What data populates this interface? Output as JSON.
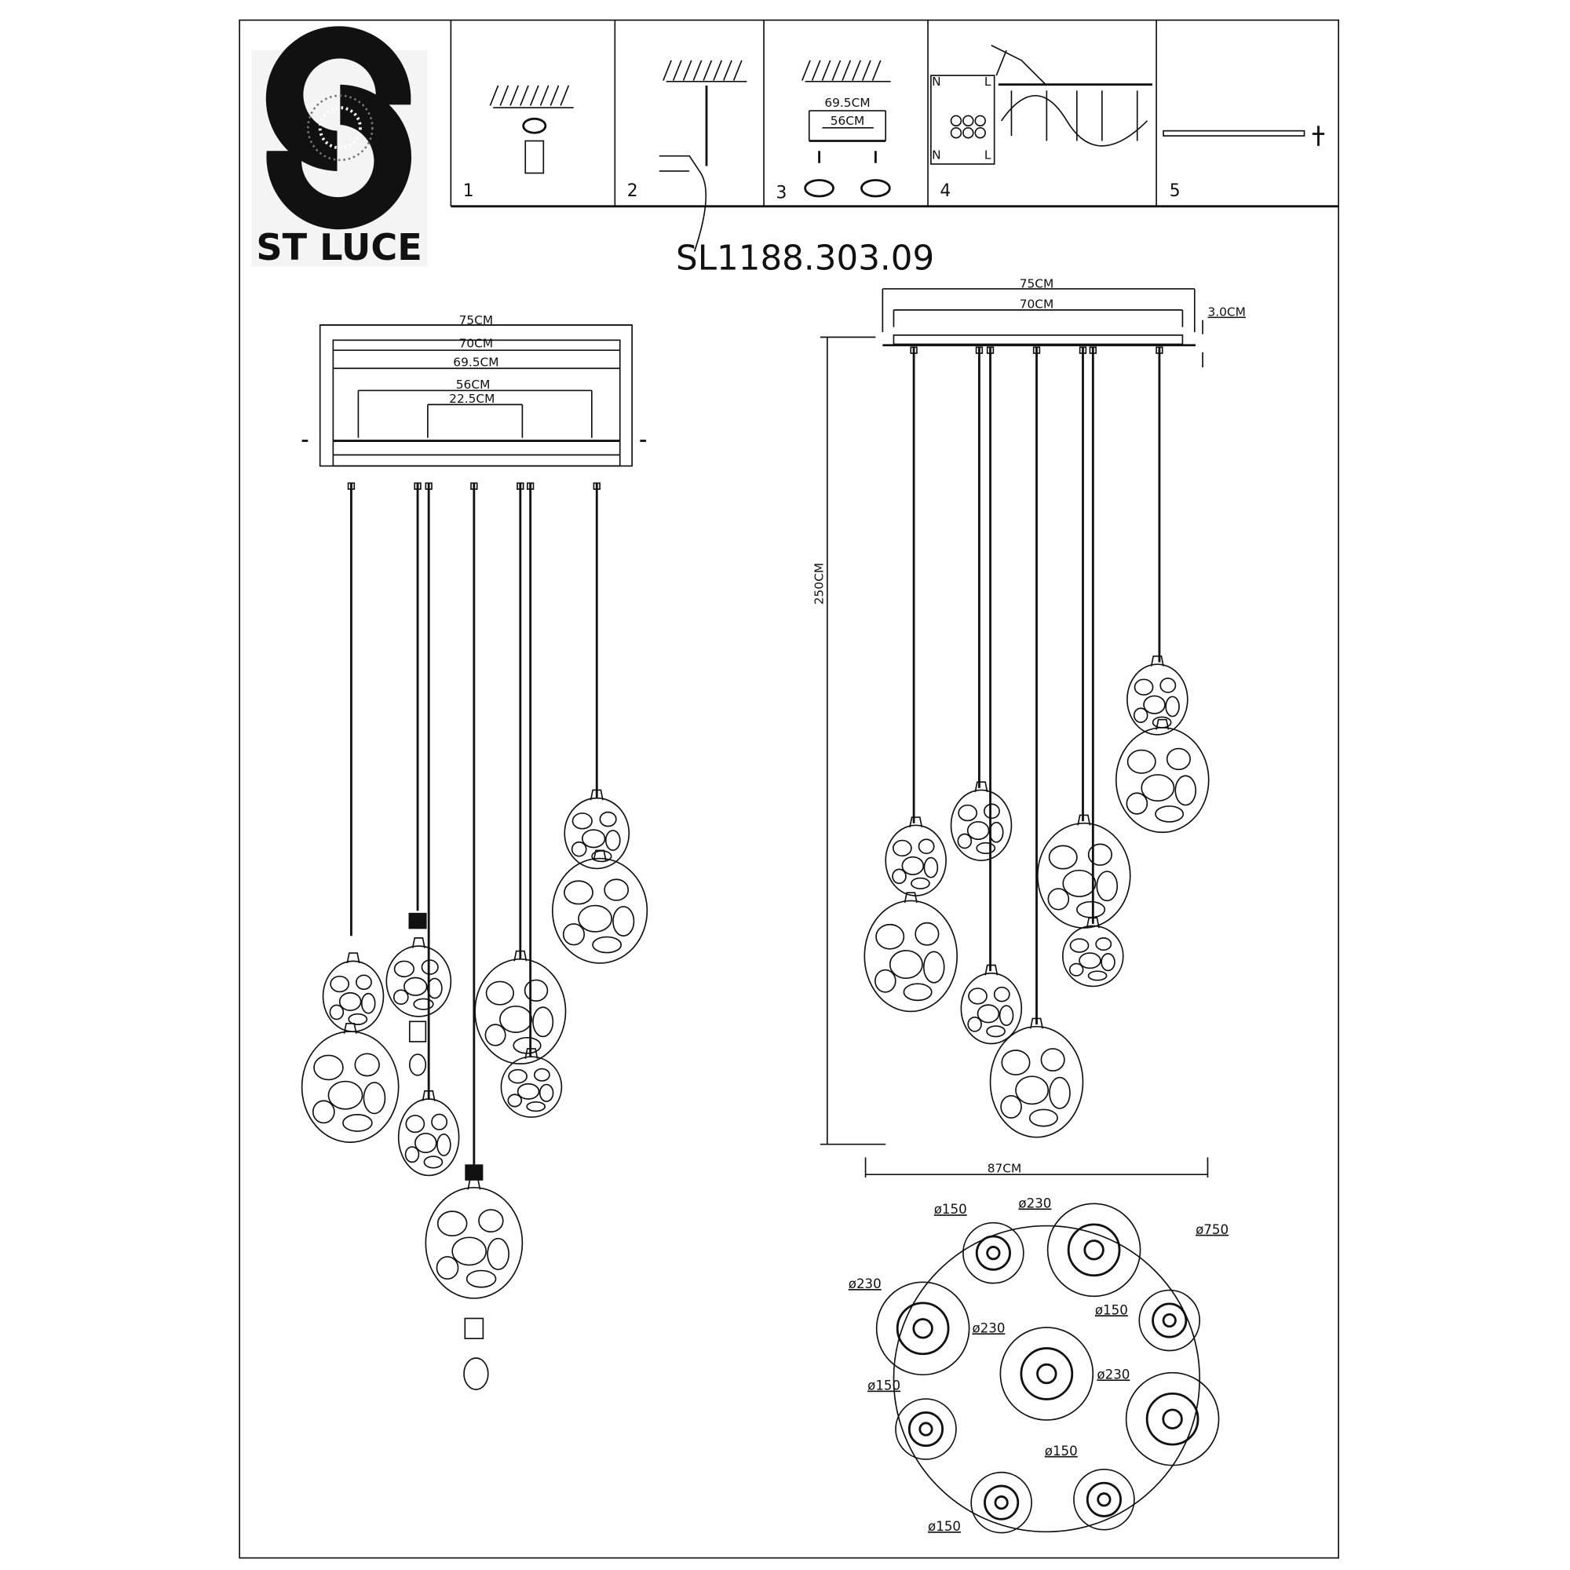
{
  "brand": {
    "name": "ST LUCE"
  },
  "model": "SL1188.303.09",
  "steps": [
    {
      "number": "1",
      "label_69": "",
      "label_56": ""
    },
    {
      "number": "2"
    },
    {
      "number": "3",
      "dim_outer": "69.5CM",
      "dim_inner": "56CM"
    },
    {
      "number": "4",
      "terminal_n": "N",
      "terminal_l": "L"
    },
    {
      "number": "5"
    }
  ],
  "front_view": {
    "dims": [
      "75CM",
      "70CM",
      "69.5CM",
      "56CM",
      "22.5CM"
    ]
  },
  "side_view": {
    "dims": {
      "width_outer": "75CM",
      "width_inner": "70CM",
      "canopy_height": "3.0CM",
      "height": "250CM",
      "spread": "87CM"
    }
  },
  "top_view": {
    "labels": [
      "ø150",
      "ø230",
      "ø750",
      "ø230",
      "ø150",
      "ø230",
      "ø230",
      "ø150",
      "ø150",
      "ø150"
    ]
  },
  "colors": {
    "ink": "#111111",
    "paper": "#ffffff"
  }
}
